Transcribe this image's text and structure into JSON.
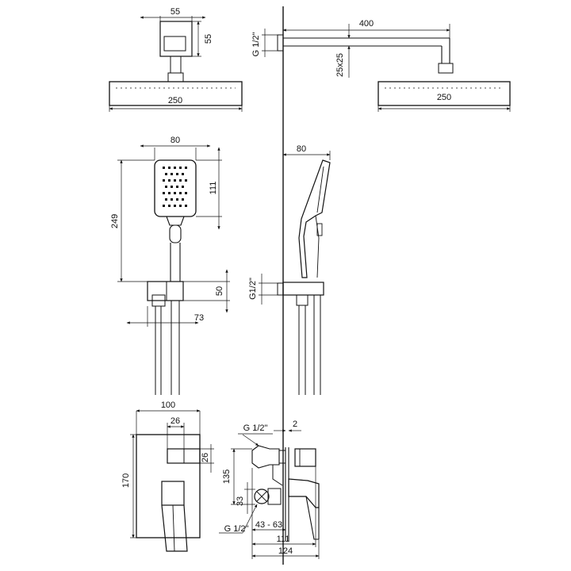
{
  "drawing": {
    "dimensions": {
      "arm_block_width": "55",
      "arm_block_height": "55",
      "rain_head_width_front": "250",
      "arm_length": "400",
      "wall_thread_top": "G 1/2\"",
      "arm_section": "25x25",
      "rain_head_width_side": "250",
      "hand_shower_width": "80",
      "hand_shower_head_height": "111",
      "hand_shower_total_height": "249",
      "holder_height": "50",
      "holder_offset": "73",
      "hand_shower_depth": "80",
      "wall_thread_holder": "G1/2\"",
      "mixer_plate_width": "100",
      "mixer_spout_width": "26",
      "mixer_spout_height": "26",
      "mixer_plate_height": "170",
      "valve_thread_top": "G 1/2\"",
      "plate_gap": "2",
      "valve_height": "135",
      "valve_lower_height": "33",
      "valve_thread_bottom": "G 1/2\"",
      "installation_depth": "43 - 63",
      "mixer_depth": "111",
      "mixer_total_depth": "124"
    }
  }
}
